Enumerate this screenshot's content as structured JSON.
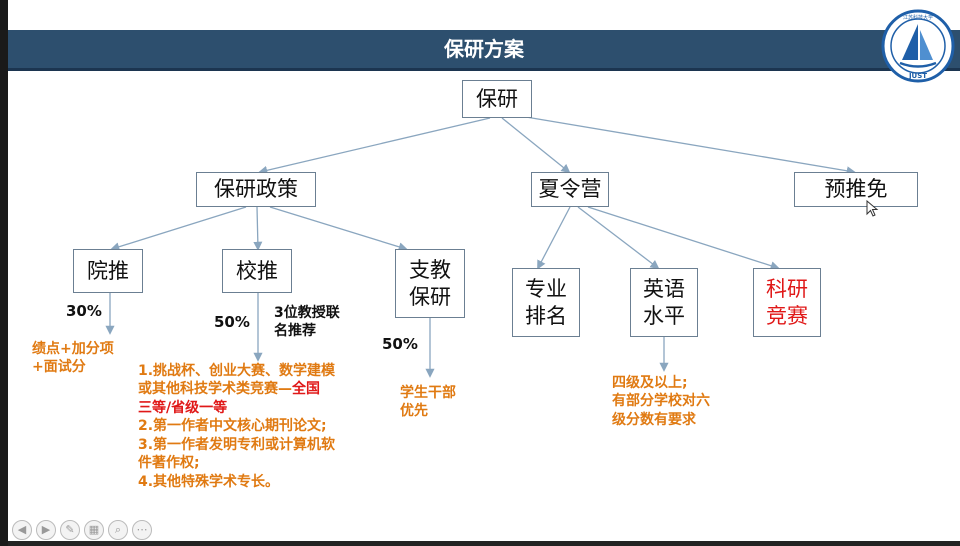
{
  "slide": {
    "title": "保研方案",
    "logo": {
      "top_text": "江苏科技大学",
      "bottom_text": "JUST"
    }
  },
  "nodes": {
    "root": "保研",
    "policy": "保研政策",
    "summer": "夏令营",
    "prerec": "预推免",
    "yuan": "院推",
    "xiao": "校推",
    "zhijiao": "支教\n保研",
    "rank": "专业\n排名",
    "english": "英语\n水平",
    "research": "科研\n竞赛"
  },
  "labels": {
    "yuan_pct": "30%",
    "xiao_pct": "50%",
    "zhijiao_pct": "50%",
    "prof_rec": "3位教授联\n名推荐"
  },
  "notes": {
    "yuan": "绩点+加分项\n+面试分",
    "xiao_before": "1.挑战杯、创业大赛、数学建模\n或其他科技学术类竞赛—",
    "xiao_highlight": "全国\n三等/省级一等",
    "xiao_after": "\n2.第一作者中文核心期刊论文;\n3.第一作者发明专利或计算机软\n件著作权;\n4.其他特殊学术专长。",
    "zhijiao": "学生干部\n优先",
    "english": "四级及以上;\n有部分学校对六\n级分数有要求"
  },
  "colors": {
    "title_bar": "#2d4f6e",
    "node_border": "#6b7f92",
    "connector": "#8aa6bf",
    "note_orange": "#e07a12",
    "highlight_red": "#e01818"
  },
  "icons": [
    "logo-emblem",
    "cursor-pointer-icon",
    "toolbar-prev-icon",
    "toolbar-next-icon",
    "toolbar-pen-icon",
    "toolbar-slides-icon",
    "toolbar-zoom-icon",
    "toolbar-more-icon"
  ]
}
